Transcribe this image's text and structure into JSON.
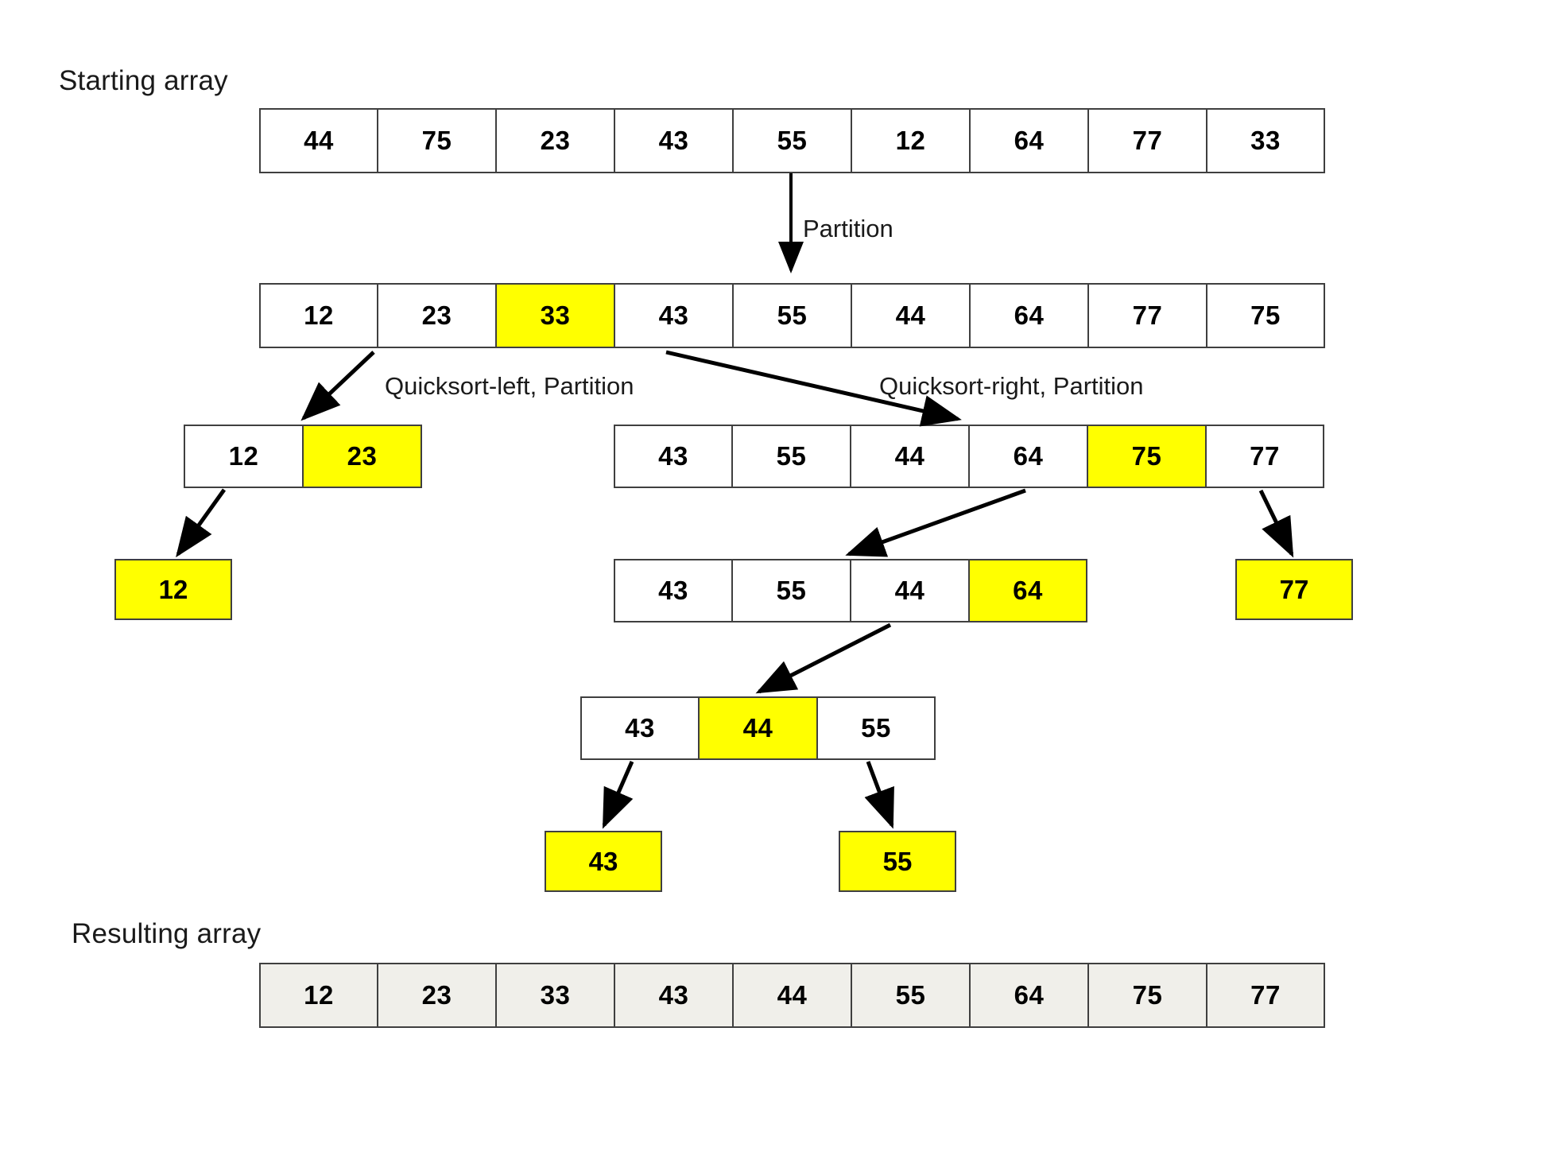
{
  "labels": {
    "starting_array": "Starting array",
    "resulting_array": "Resulting array",
    "partition": "Partition",
    "quicksort_left": "Quicksort-left, Partition",
    "quicksort_right": "Quicksort-right, Partition"
  },
  "colors": {
    "highlight": "#ffff00",
    "border": "#3f3f3f",
    "result_fill": "#f0efea",
    "background": "#ffffff",
    "text": "#000000"
  },
  "chart_data": {
    "type": "diagram",
    "title": "Quicksort recursion tree",
    "levels": [
      {
        "name": "starting-array",
        "values": [
          "44",
          "75",
          "23",
          "43",
          "55",
          "12",
          "64",
          "77",
          "33"
        ],
        "highlighted": []
      },
      {
        "name": "after-partition",
        "values": [
          "12",
          "23",
          "33",
          "43",
          "55",
          "44",
          "64",
          "77",
          "75"
        ],
        "highlighted": [
          2
        ]
      },
      {
        "name": "left-subarray",
        "values": [
          "12",
          "23"
        ],
        "highlighted": [
          1
        ]
      },
      {
        "name": "right-subarray",
        "values": [
          "43",
          "55",
          "44",
          "64",
          "75",
          "77"
        ],
        "highlighted": [
          4
        ]
      },
      {
        "name": "left-leaf",
        "values": [
          "12"
        ],
        "highlighted": [
          0
        ]
      },
      {
        "name": "right-inner-subarray",
        "values": [
          "43",
          "55",
          "44",
          "64"
        ],
        "highlighted": [
          3
        ]
      },
      {
        "name": "right-leaf",
        "values": [
          "77"
        ],
        "highlighted": [
          0
        ]
      },
      {
        "name": "innermost-subarray",
        "values": [
          "43",
          "44",
          "55"
        ],
        "highlighted": [
          1
        ]
      },
      {
        "name": "leaf-43",
        "values": [
          "43"
        ],
        "highlighted": [
          0
        ]
      },
      {
        "name": "leaf-55",
        "values": [
          "55"
        ],
        "highlighted": [
          0
        ]
      },
      {
        "name": "resulting-array",
        "values": [
          "12",
          "23",
          "33",
          "43",
          "44",
          "55",
          "64",
          "75",
          "77"
        ],
        "highlighted": []
      }
    ]
  },
  "arrays": {
    "starting": [
      "44",
      "75",
      "23",
      "43",
      "55",
      "12",
      "64",
      "77",
      "33"
    ],
    "partitioned": [
      "12",
      "23",
      "33",
      "43",
      "55",
      "44",
      "64",
      "77",
      "75"
    ],
    "left_sub": [
      "12",
      "23"
    ],
    "right_sub": [
      "43",
      "55",
      "44",
      "64",
      "75",
      "77"
    ],
    "left_leaf": "12",
    "right_inner": [
      "43",
      "55",
      "44",
      "64"
    ],
    "right_leaf": "77",
    "innermost": [
      "43",
      "44",
      "55"
    ],
    "leaf_43": "43",
    "leaf_55": "55",
    "resulting": [
      "12",
      "23",
      "33",
      "43",
      "44",
      "55",
      "64",
      "75",
      "77"
    ]
  }
}
